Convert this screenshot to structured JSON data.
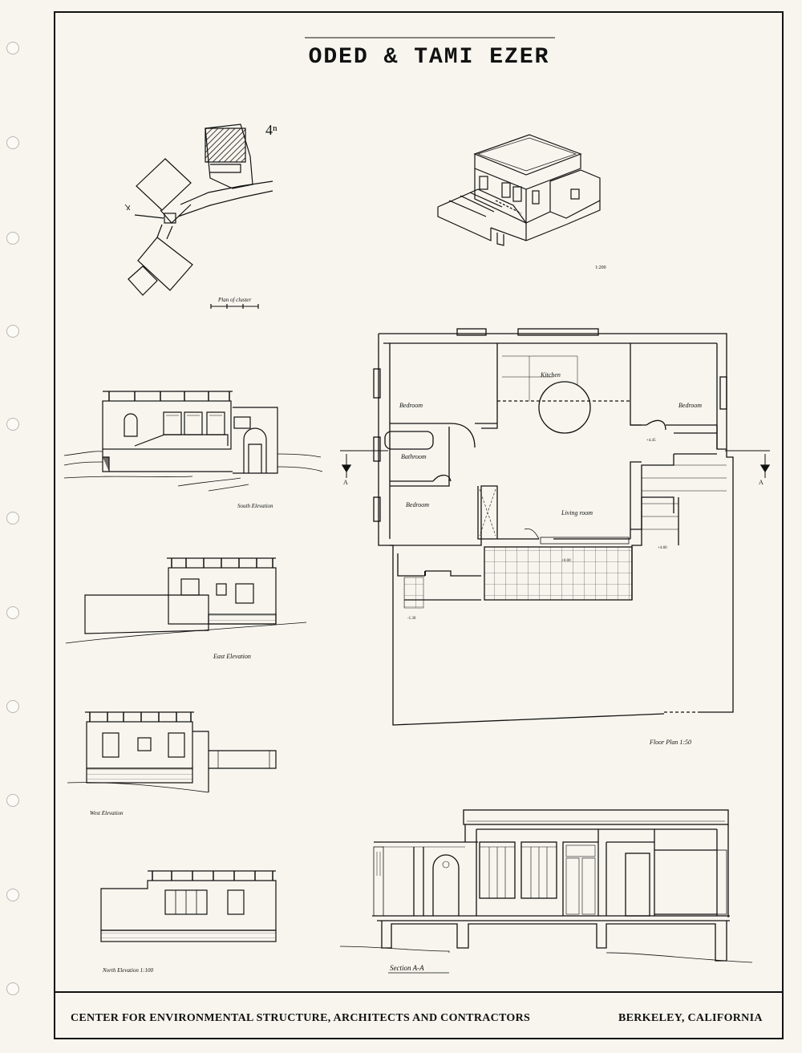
{
  "title": "ODED & TAMI EZER",
  "labels": {
    "north": "4ⁿ",
    "site_plan": "Plan of cluster",
    "axo_scale": "1:200",
    "kitchen": "Kitchen",
    "bedroom_tl": "Bedroom",
    "bedroom_tr": "Bedroom",
    "bathroom": "Bathroom",
    "bedroom_ml": "Bedroom",
    "living": "Living room",
    "section_mark_left": "A",
    "section_mark_right": "A",
    "lvl_1": "+4.45",
    "lvl_2": "+4.60",
    "lvl_3": "+0.00",
    "lvl_4": "-1.30",
    "floor_plan": "Floor Plan 1:50",
    "south_elev": "South Elevation",
    "east_elev": "East Elevation",
    "west_elev": "West Elevation",
    "north_elev": "North Elevation 1:100",
    "section": "Section A-A"
  },
  "footer": {
    "left": "CENTER FOR ENVIRONMENTAL STRUCTURE, ARCHITECTS AND CONTRACTORS",
    "right": "BERKELEY, CALIFORNIA"
  }
}
